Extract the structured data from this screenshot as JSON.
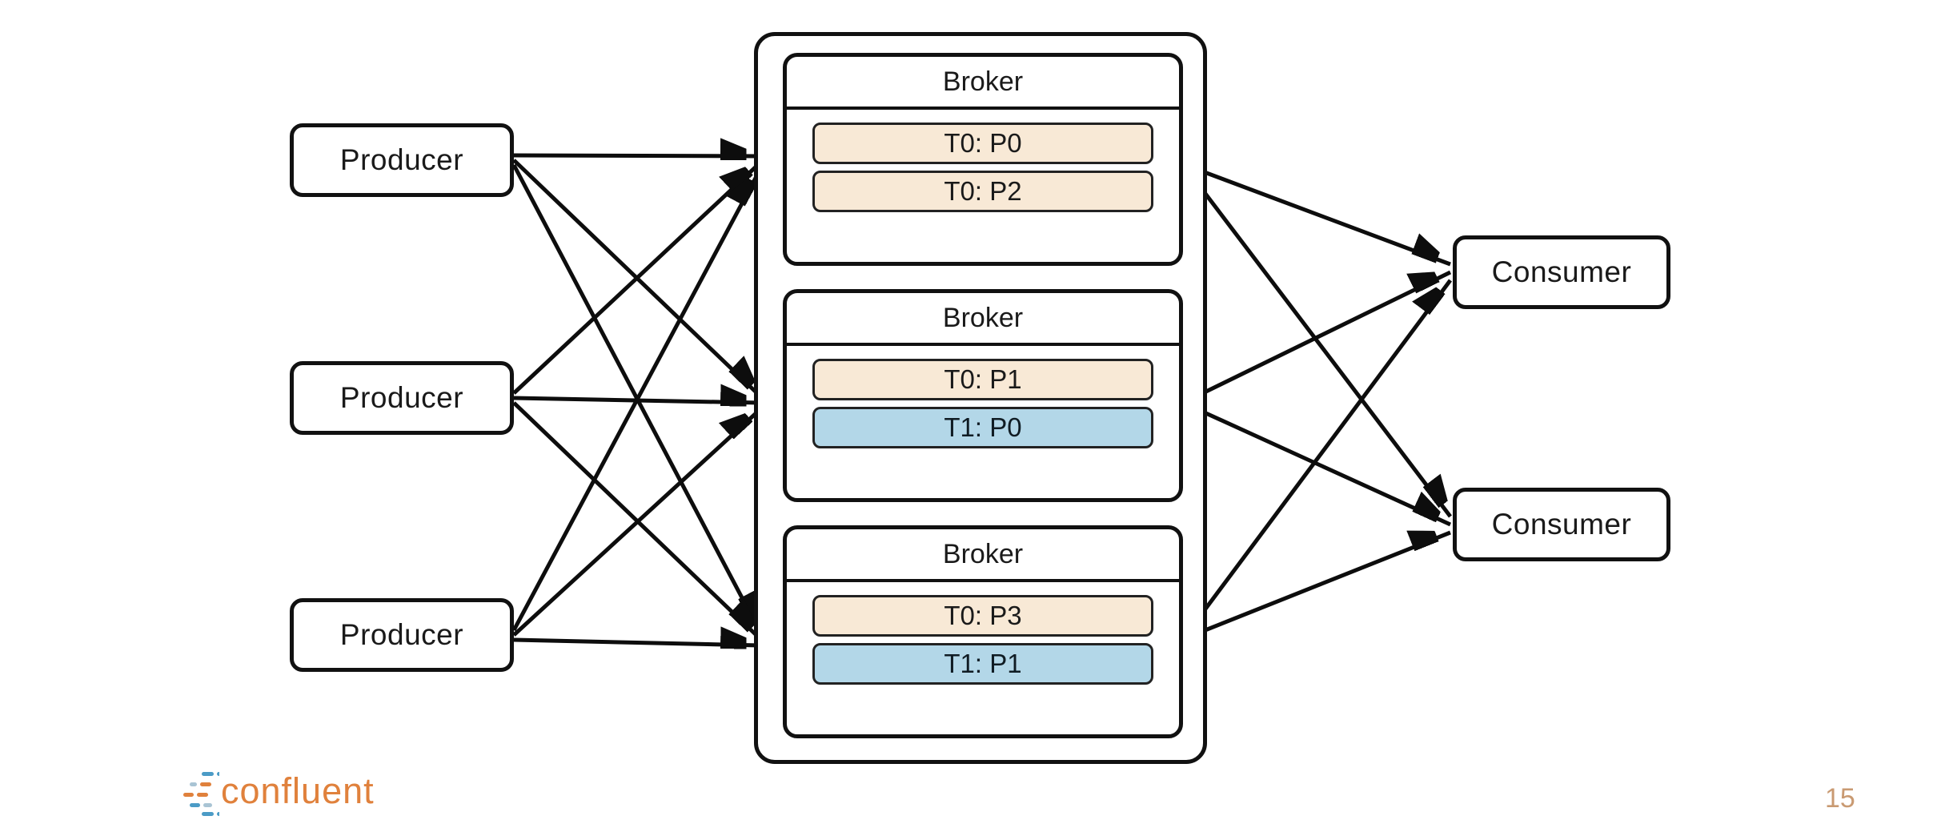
{
  "slide": {
    "background": "#ffffff"
  },
  "diagram": {
    "producers": [
      {
        "label": "Producer"
      },
      {
        "label": "Producer"
      },
      {
        "label": "Producer"
      }
    ],
    "brokers": [
      {
        "title": "Broker",
        "partitions": [
          {
            "label": "T0: P0",
            "color": "tan"
          },
          {
            "label": "T0: P2",
            "color": "tan"
          }
        ]
      },
      {
        "title": "Broker",
        "partitions": [
          {
            "label": "T0: P1",
            "color": "tan"
          },
          {
            "label": "T1: P0",
            "color": "blue"
          }
        ]
      },
      {
        "title": "Broker",
        "partitions": [
          {
            "label": "T0: P3",
            "color": "tan"
          },
          {
            "label": "T1: P1",
            "color": "blue"
          }
        ]
      }
    ],
    "consumers": [
      {
        "label": "Consumer"
      },
      {
        "label": "Consumer"
      }
    ],
    "edges": {
      "producer_to_broker": [
        [
          0,
          0
        ],
        [
          0,
          1
        ],
        [
          0,
          2
        ],
        [
          1,
          0
        ],
        [
          1,
          1
        ],
        [
          1,
          2
        ],
        [
          2,
          0
        ],
        [
          2,
          1
        ],
        [
          2,
          2
        ]
      ],
      "broker_to_consumer": [
        [
          0,
          0
        ],
        [
          0,
          1
        ],
        [
          1,
          0
        ],
        [
          1,
          1
        ],
        [
          2,
          0
        ],
        [
          2,
          1
        ]
      ]
    }
  },
  "footer": {
    "logo_text": "confluent",
    "logo_icon": "confluent-dashes-icon",
    "page_number": "15"
  },
  "colors": {
    "partition_tan": "#f8e9d6",
    "partition_blue": "#b3d7e8",
    "box_border": "#111111",
    "arrow": "#0d0d0d",
    "logo_orange": "#e0813c",
    "logo_blue": "#4b9bc6",
    "logo_pale_blue": "#a9c4d4",
    "page_number_color": "#c99a72"
  }
}
